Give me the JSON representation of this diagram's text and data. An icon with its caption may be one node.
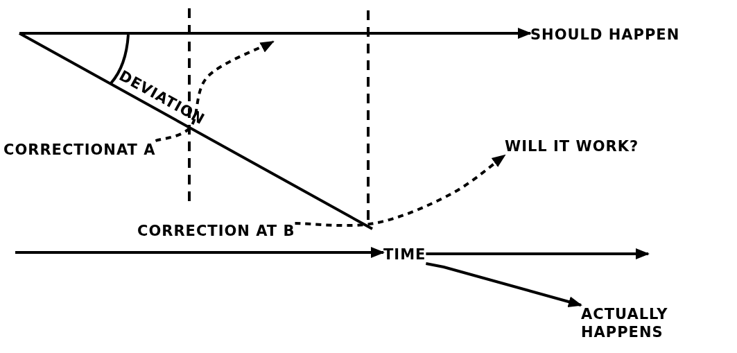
{
  "diagram": {
    "nodes": [
      {
        "text": [
          "SHOULD HAPPEN"
        ]
      },
      {
        "text": [
          "CORRECTIONAT A"
        ]
      },
      {
        "text": [
          "WILL IT WORK?"
        ]
      },
      {
        "text": [
          "CORRECTION AT B"
        ]
      },
      {
        "text": [
          "TIME"
        ]
      },
      {
        "text": [
          "ACTUALLY HAPPENS"
        ]
      }
    ],
    "edges": [
      {
        "from": null,
        "to": 0,
        "arrow": "to"
      },
      {
        "from": 1,
        "to": null,
        "arrow": "to",
        "style": "dashed"
      },
      {
        "from": 3,
        "to": 2,
        "arrow": "to",
        "style": "dashed"
      },
      {
        "from": null,
        "to": 4,
        "arrow": "to"
      },
      {
        "from": 4,
        "to": null,
        "arrow": "to"
      },
      {
        "from": 4,
        "to": 5,
        "arrow": "to"
      }
    ],
    "labels": [
      "DEVIATION"
    ]
  }
}
